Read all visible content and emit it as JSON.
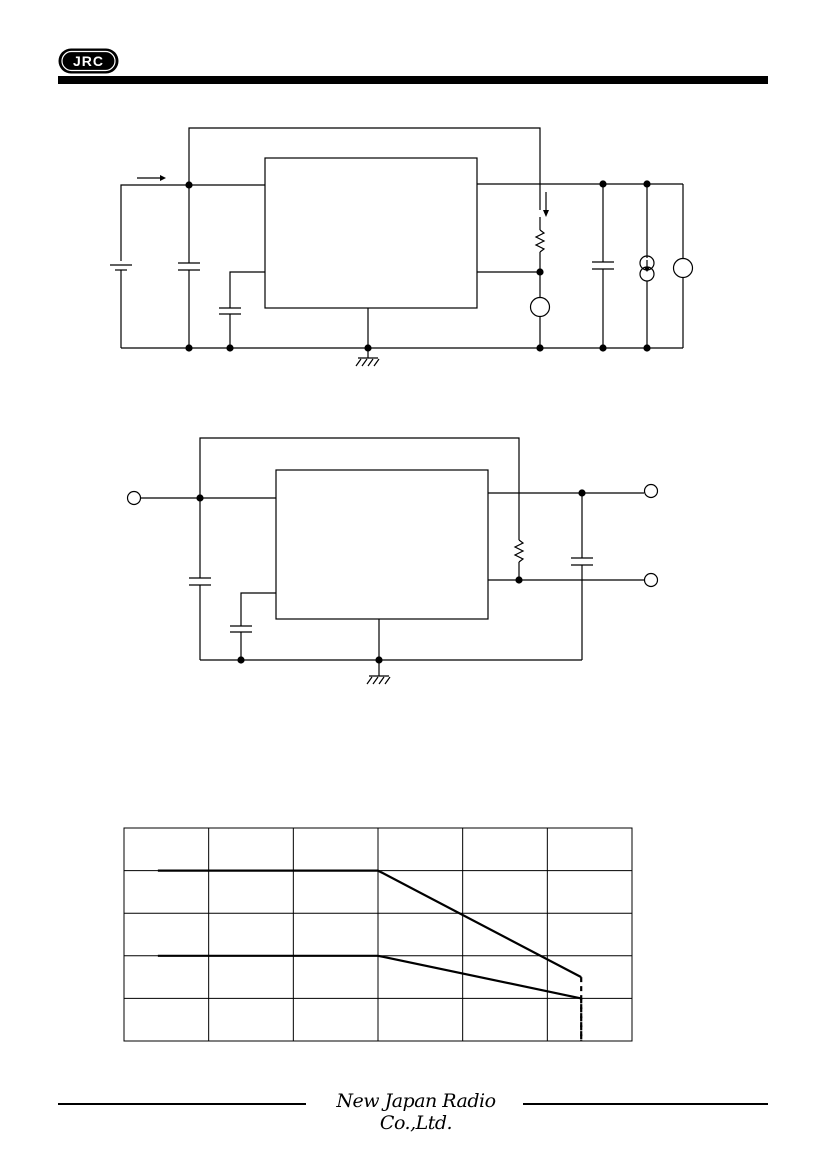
{
  "header": {
    "logo_text": "JRC",
    "logo_label": "JRC"
  },
  "footer": {
    "company_name": "New Japan Radio Co.,Ltd."
  },
  "chart_data": {
    "type": "line",
    "grid": true,
    "x_divisions": 6,
    "y_divisions": 5,
    "series": [
      {
        "points": [
          [
            0.4,
            4.0
          ],
          [
            3.0,
            4.0
          ],
          [
            5.4,
            1.5
          ]
        ],
        "drop_to": 0
      },
      {
        "points": [
          [
            0.4,
            2.0
          ],
          [
            3.0,
            2.0
          ],
          [
            5.4,
            1.0
          ]
        ],
        "drop_to": 0
      }
    ],
    "xlim": [
      0,
      6
    ],
    "ylim": [
      0,
      5
    ]
  }
}
